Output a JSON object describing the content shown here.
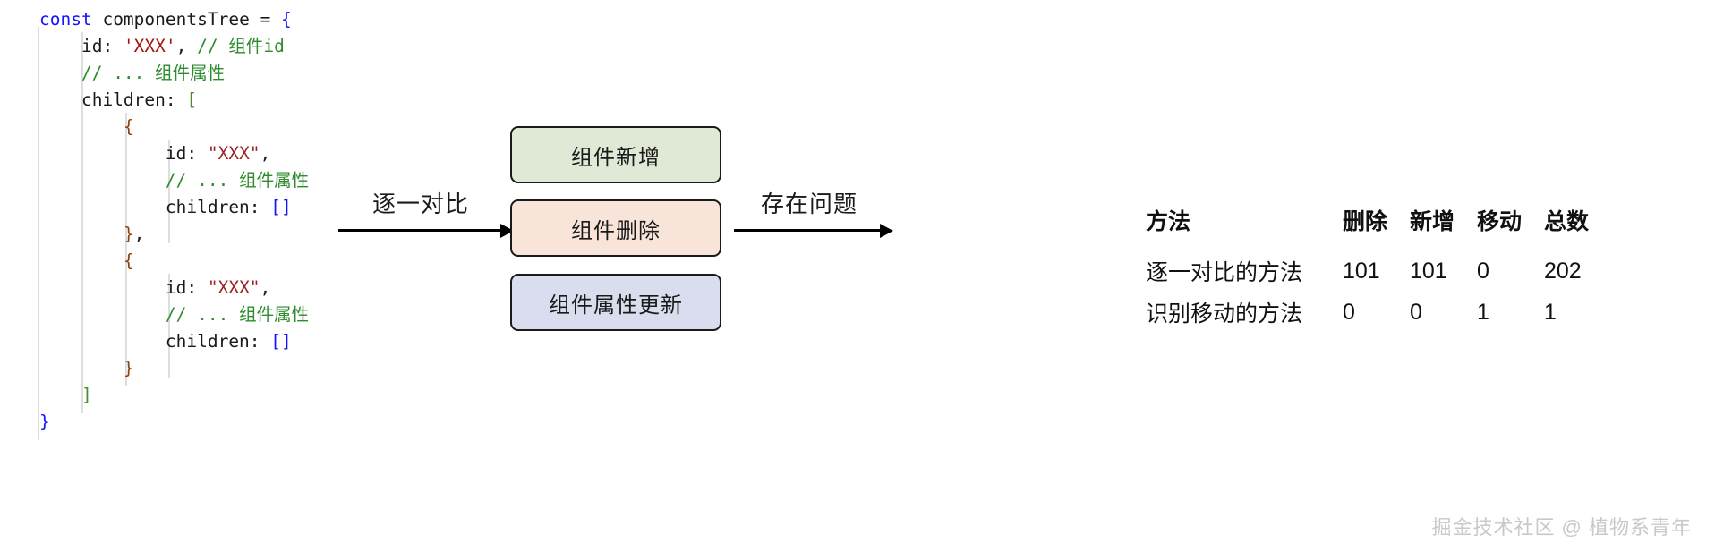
{
  "code_block": {
    "language": "javascript",
    "lines": [
      [
        {
          "t": "const ",
          "c": "kw"
        },
        {
          "t": "componentsTree ",
          "c": "plain"
        },
        {
          "t": "= ",
          "c": "plain"
        },
        {
          "t": "{",
          "c": "brk"
        }
      ],
      [
        {
          "t": "    id: ",
          "c": "plain"
        },
        {
          "t": "'XXX'",
          "c": "str"
        },
        {
          "t": ", ",
          "c": "punct"
        },
        {
          "t": "// 组件id",
          "c": "com"
        }
      ],
      [
        {
          "t": "    ",
          "c": "plain"
        },
        {
          "t": "// ... 组件属性",
          "c": "com"
        }
      ],
      [
        {
          "t": "    children: ",
          "c": "plain"
        },
        {
          "t": "[",
          "c": "brk3"
        }
      ],
      [
        {
          "t": "        ",
          "c": "plain"
        },
        {
          "t": "{",
          "c": "brk2"
        }
      ],
      [
        {
          "t": "            id: ",
          "c": "plain"
        },
        {
          "t": "\"XXX\"",
          "c": "str2"
        },
        {
          "t": ",",
          "c": "punct"
        }
      ],
      [
        {
          "t": "            ",
          "c": "plain"
        },
        {
          "t": "// ... 组件属性",
          "c": "com"
        }
      ],
      [
        {
          "t": "            children: ",
          "c": "plain"
        },
        {
          "t": "[]",
          "c": "brk"
        }
      ],
      [
        {
          "t": "        ",
          "c": "plain"
        },
        {
          "t": "}",
          "c": "brk2"
        },
        {
          "t": ",",
          "c": "punct"
        }
      ],
      [
        {
          "t": "        ",
          "c": "plain"
        },
        {
          "t": "{",
          "c": "brk2"
        }
      ],
      [
        {
          "t": "            id: ",
          "c": "plain"
        },
        {
          "t": "\"XXX\"",
          "c": "str2"
        },
        {
          "t": ",",
          "c": "punct"
        }
      ],
      [
        {
          "t": "            ",
          "c": "plain"
        },
        {
          "t": "// ... 组件属性",
          "c": "com"
        }
      ],
      [
        {
          "t": "            children: ",
          "c": "plain"
        },
        {
          "t": "[]",
          "c": "brk"
        }
      ],
      [
        {
          "t": "        ",
          "c": "plain"
        },
        {
          "t": "}",
          "c": "brk2"
        }
      ],
      [
        {
          "t": "    ",
          "c": "plain"
        },
        {
          "t": "]",
          "c": "brk3"
        }
      ],
      [
        {
          "t": "}",
          "c": "brk"
        }
      ]
    ]
  },
  "arrows": [
    {
      "name": "compare-arrow",
      "label": "逐一对比"
    },
    {
      "name": "problem-arrow",
      "label": "存在问题"
    }
  ],
  "flow_boxes": [
    {
      "name": "box-component-add",
      "label": "组件新增",
      "fill": "#dfe9d5",
      "border": "#1a1a1a"
    },
    {
      "name": "box-component-delete",
      "label": "组件删除",
      "fill": "#f8e4d8",
      "border": "#1a1a1a"
    },
    {
      "name": "box-component-update",
      "label": "组件属性更新",
      "fill": "#d9dded",
      "border": "#1a1a1a"
    }
  ],
  "stats_table": {
    "headers": [
      "方法",
      "删除",
      "新增",
      "移动",
      "总数"
    ],
    "rows": [
      {
        "method": "逐一对比的方法",
        "delete": "101",
        "add": "101",
        "move": "0",
        "total": "202"
      },
      {
        "method": "识别移动的方法",
        "delete": "0",
        "add": "0",
        "move": "1",
        "total": "1"
      }
    ]
  },
  "watermark": {
    "text": "掘金技术社区 @ 植物系青年"
  }
}
